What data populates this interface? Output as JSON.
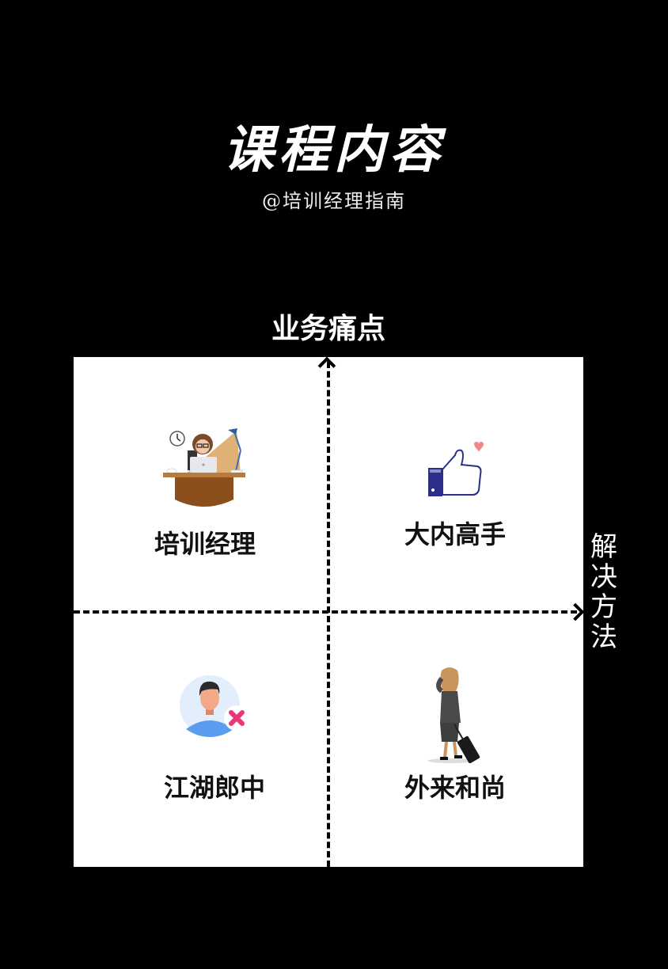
{
  "header": {
    "title": "课程内容",
    "subtitle": "@培训经理指南"
  },
  "axes": {
    "y_label": "业务痛点",
    "x_label": [
      "解",
      "决",
      "方",
      "法"
    ]
  },
  "quadrants": [
    {
      "position": "top-left",
      "label": "培训经理",
      "icon": "office-worker-at-desk-icon"
    },
    {
      "position": "top-right",
      "label": "大内高手",
      "icon": "thumbs-up-heart-icon"
    },
    {
      "position": "bottom-left",
      "label": "江湖郎中",
      "icon": "user-reject-icon"
    },
    {
      "position": "bottom-right",
      "label": "外来和尚",
      "icon": "traveler-with-luggage-icon"
    }
  ],
  "colors": {
    "background": "#000000",
    "panel": "#ffffff",
    "desk": "#8b4f1c",
    "thumb_cuff": "#2b2e8a",
    "reject_pink": "#e8387a",
    "avatar_bg": "#e3eefc",
    "shirt_blue": "#5a9cf0"
  }
}
